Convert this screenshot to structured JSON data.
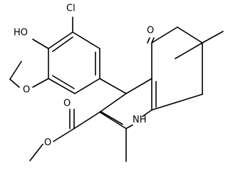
{
  "labels": {
    "cl": "Cl",
    "ho": "HO",
    "o_ether": "O",
    "o_ketone": "O",
    "o_ester_carbonyl": "O",
    "o_ester_alkoxy": "O",
    "nh": "NH"
  },
  "colors": {
    "bond": "#000000",
    "text": "#000000",
    "background": "#ffffff"
  }
}
